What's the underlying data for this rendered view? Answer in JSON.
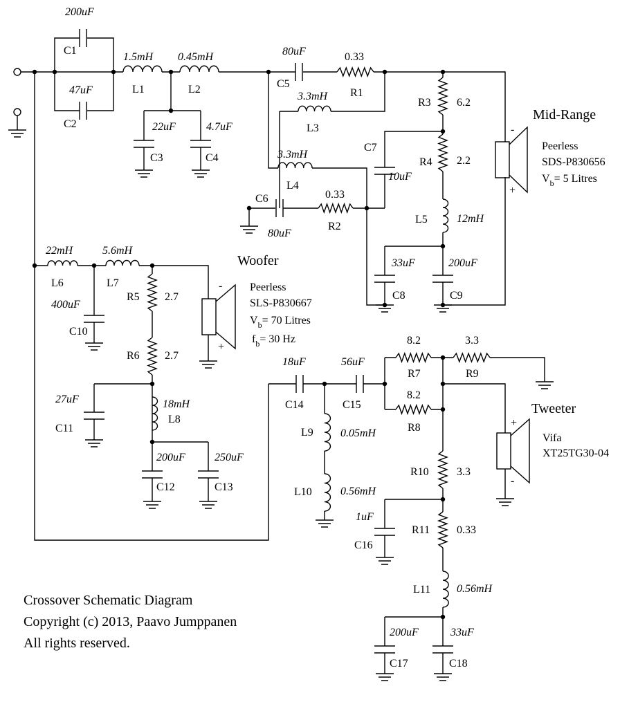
{
  "components": {
    "C1": {
      "name": "C1",
      "value": "200uF"
    },
    "C2": {
      "name": "C2",
      "value": "47uF"
    },
    "L1": {
      "name": "L1",
      "value": "1.5mH"
    },
    "L2": {
      "name": "L2",
      "value": "0.45mH"
    },
    "C3": {
      "name": "C3",
      "value": "22uF"
    },
    "C4": {
      "name": "C4",
      "value": "4.7uF"
    },
    "C5": {
      "name": "C5",
      "value": "80uF"
    },
    "R1": {
      "name": "R1",
      "value": "0.33"
    },
    "L3": {
      "name": "L3",
      "value": "3.3mH"
    },
    "L4": {
      "name": "L4",
      "value": "3.3mH"
    },
    "C6": {
      "name": "C6",
      "value": "80uF"
    },
    "R2": {
      "name": "R2",
      "value": "0.33"
    },
    "C7": {
      "name": "C7",
      "value": "10uF"
    },
    "R3": {
      "name": "R3",
      "value": "6.2"
    },
    "R4": {
      "name": "R4",
      "value": "2.2"
    },
    "L5": {
      "name": "L5",
      "value": "12mH"
    },
    "C8": {
      "name": "C8",
      "value": "33uF"
    },
    "C9": {
      "name": "C9",
      "value": "200uF"
    },
    "L6": {
      "name": "L6",
      "value": "22mH"
    },
    "L7": {
      "name": "L7",
      "value": "5.6mH"
    },
    "C10": {
      "name": "C10",
      "value": "400uF"
    },
    "R5": {
      "name": "R5",
      "value": "2.7"
    },
    "R6": {
      "name": "R6",
      "value": "2.7"
    },
    "C11": {
      "name": "C11",
      "value": "27uF"
    },
    "L8": {
      "name": "L8",
      "value": "18mH"
    },
    "C12": {
      "name": "C12",
      "value": "200uF"
    },
    "C13": {
      "name": "C13",
      "value": "250uF"
    },
    "C14": {
      "name": "C14",
      "value": "18uF"
    },
    "C15": {
      "name": "C15",
      "value": "56uF"
    },
    "L9": {
      "name": "L9",
      "value": "0.05mH"
    },
    "L10": {
      "name": "L10",
      "value": "0.56mH"
    },
    "R7": {
      "name": "R7",
      "value": "8.2"
    },
    "R8": {
      "name": "R8",
      "value": "8.2"
    },
    "R9": {
      "name": "R9",
      "value": "3.3"
    },
    "R10": {
      "name": "R10",
      "value": "3.3"
    },
    "C16": {
      "name": "C16",
      "value": "1uF"
    },
    "R11": {
      "name": "R11",
      "value": "0.33"
    },
    "L11": {
      "name": "L11",
      "value": "0.56mH"
    },
    "C17": {
      "name": "C17",
      "value": "200uF"
    },
    "C18": {
      "name": "C18",
      "value": "33uF"
    }
  },
  "drivers": {
    "midrange": {
      "title": "Mid-Range",
      "brand": "Peerless",
      "model": "SDS-P830656",
      "vb_symbol": "V",
      "vb_sub": "b",
      "vb_value": "= 5 Litres",
      "minus": "-",
      "plus": "+"
    },
    "woofer": {
      "title": "Woofer",
      "brand": "Peerless",
      "model": "SLS-P830667",
      "vb_symbol": "V",
      "vb_sub": "b",
      "vb_value": "= 70 Litres",
      "fb_symbol": "f",
      "fb_sub": "b",
      "fb_value": "= 30 Hz",
      "minus": "-",
      "plus": "+"
    },
    "tweeter": {
      "title": "Tweeter",
      "brand": "Vifa",
      "model": "XT25TG30-04",
      "minus": "-",
      "plus": "+"
    }
  },
  "footer": {
    "line1": "Crossover Schematic Diagram",
    "line2": "Copyright (c) 2013, Paavo Jumppanen",
    "line3": "All rights reserved."
  }
}
